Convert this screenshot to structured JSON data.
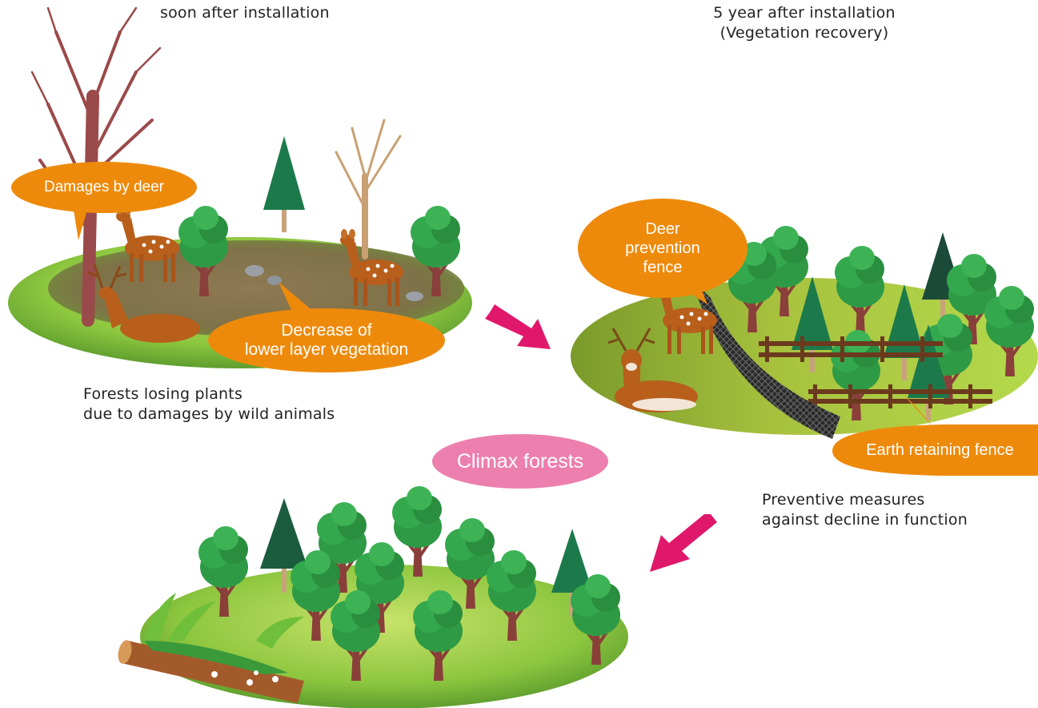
{
  "panels": {
    "before": {
      "top_caption": "soon after installation",
      "bottom_caption_line1": "Forests losing plants",
      "bottom_caption_line2": "due to damages by wild animals",
      "labels": {
        "deer_damage": "Damages by deer",
        "vegetation_line1": "Decrease of",
        "vegetation_line2": "lower layer vegetation"
      }
    },
    "measures": {
      "top_caption_line1": "5 year after installation",
      "top_caption_line2": "(Vegetation recovery)",
      "bottom_caption_line1": "Preventive measures",
      "bottom_caption_line2": "against decline in function",
      "labels": {
        "fence_line1": "Deer",
        "fence_line2": "prevention",
        "fence_line3": "fence",
        "earth_fence": "Earth retaining fence"
      }
    },
    "climax": {
      "label": "Climax forests"
    }
  },
  "colors": {
    "callout": "#ee8a0b",
    "climax_callout": "#ec7fae",
    "arrow": "#e0186c",
    "ground_light": "#a3d24a",
    "ground_dark": "#6aa833",
    "soil": "#8a6b4a",
    "tree_green": "#2f9a45",
    "tree_dark": "#1c5c3e",
    "trunk": "#8a3f3a",
    "deer": "#b85f1c"
  },
  "icons": [
    "deer-icon",
    "tree-icon",
    "dead-tree-icon",
    "rock-icon",
    "fence-icon",
    "log-icon",
    "arrow-icon"
  ]
}
